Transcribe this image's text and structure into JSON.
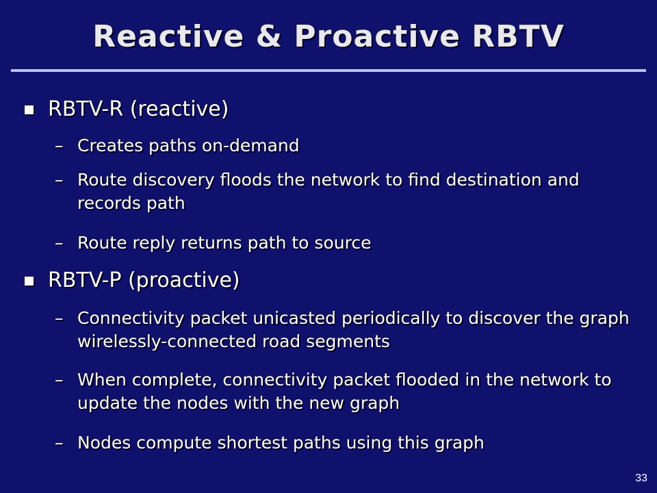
{
  "slide": {
    "title": "Reactive & Proactive RBTV",
    "page_number": "33",
    "colors": {
      "background": "#10116c",
      "title_rule": "#b8c2f2",
      "text": "#ffffff"
    },
    "bullets": [
      {
        "text": "RBTV-R (reactive)",
        "subitems": [
          {
            "dash": "–",
            "text": "Creates paths on-demand"
          },
          {
            "dash": "–",
            "text": "Route discovery floods the network to find destination and records path"
          },
          {
            "dash": "–",
            "text": "Route reply returns path to source"
          }
        ]
      },
      {
        "text": "RBTV-P (proactive)",
        "subitems": [
          {
            "dash": "–",
            "text": "Connectivity packet unicasted periodically to discover the graph wirelessly-connected road segments"
          },
          {
            "dash": "–",
            "text": "When complete, connectivity packet flooded in the network to update the nodes with the new graph"
          },
          {
            "dash": "–",
            "text": "Nodes compute shortest paths using this graph"
          }
        ]
      }
    ]
  }
}
